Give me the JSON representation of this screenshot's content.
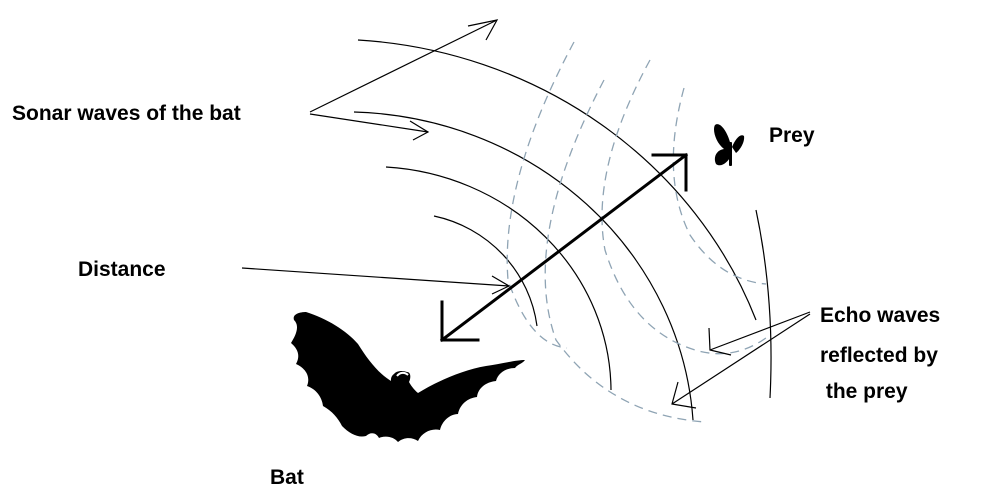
{
  "labels": {
    "sonar_waves": "Sonar waves of the bat",
    "prey": "Prey",
    "distance": "Distance",
    "echo_line1": "Echo waves",
    "echo_line2": "reflected by",
    "echo_line3": " the prey",
    "bat": "Bat"
  },
  "colors": {
    "sonar_wave": "#000000",
    "echo_wave": "#8fa4b4",
    "text": "#000000",
    "background": "#ffffff"
  },
  "icons": {
    "bat": "bat-silhouette-icon",
    "prey": "moth-silhouette-icon"
  }
}
